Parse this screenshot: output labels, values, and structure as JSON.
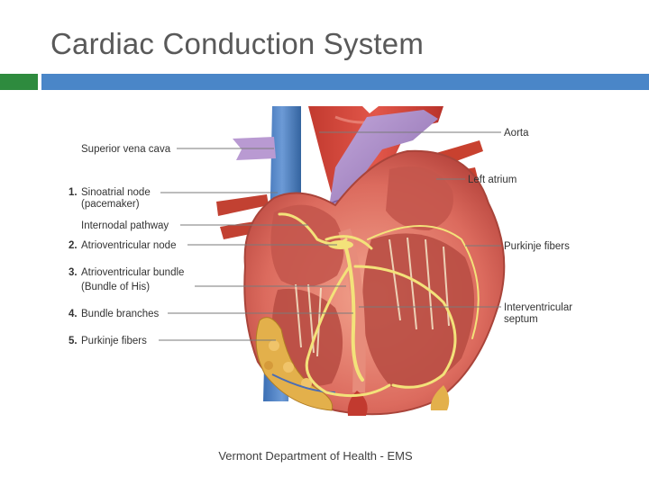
{
  "slide": {
    "title": "Cardiac Conduction System",
    "footer": "Vermont Department of Health - EMS"
  },
  "labels_left": [
    {
      "number": "",
      "line1": "Superior vena cava",
      "line2": ""
    },
    {
      "number": "1.",
      "line1": "Sinoatrial node",
      "line2": "(pacemaker)"
    },
    {
      "number": "",
      "line1": "Internodal pathway",
      "line2": ""
    },
    {
      "number": "2.",
      "line1": "Atrioventricular node",
      "line2": ""
    },
    {
      "number": "3.",
      "line1": "Atrioventricular bundle",
      "line2": "(Bundle of His)"
    },
    {
      "number": "4.",
      "line1": "Bundle branches",
      "line2": ""
    },
    {
      "number": "5.",
      "line1": "Purkinje fibers",
      "line2": ""
    }
  ],
  "labels_right": [
    {
      "line1": "Aorta",
      "line2": ""
    },
    {
      "line1": "Left atrium",
      "line2": ""
    },
    {
      "line1": "Purkinje fibers",
      "line2": ""
    },
    {
      "line1": "Interventricular",
      "line2": "septum"
    }
  ],
  "colors": {
    "green_bar": "#2e8b3e",
    "blue_bar": "#4a86c8",
    "muscle": "#d9675c",
    "vessel_blue": "#4a7fc1",
    "vessel_purple": "#a88bc4",
    "conduction": "#f3e27a",
    "fat": "#e3b04b"
  }
}
